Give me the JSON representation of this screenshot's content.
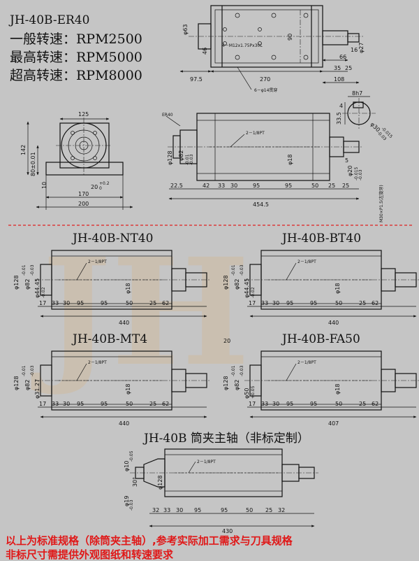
{
  "watermark": "JH",
  "header": {
    "model": "JH-40B-ER40",
    "spec_lines": [
      "一般转速：RPM2500",
      "最高转速：RPM5000",
      "超高转速：RPM8000"
    ]
  },
  "main_view": {
    "labels": {
      "phi63": "φ63",
      "d46": "46",
      "thread_note": "4－M12x1.75Px30L",
      "d90": "90",
      "d35": "35",
      "d25": "25",
      "phi27": "φ27",
      "d16": "16",
      "d66": "66",
      "d108": "108",
      "d97_5": "97.5",
      "d270": "270",
      "hole_note": "6－φ14贯穿"
    }
  },
  "end_view": {
    "d125": "125",
    "d142": "142",
    "d80": "80±0.01",
    "d10": "10",
    "d20": "20",
    "d20_tol_up": "+0.2",
    "d20_tol_dn": "0",
    "d170": "170",
    "d200": "200"
  },
  "key_detail": {
    "d8h7": "8h7",
    "d4": "4",
    "d33_5": "33.5",
    "phi30": "φ30",
    "phi30_tol_up": "-0.015",
    "phi30_tol_dn": "-0.03"
  },
  "side_view": {
    "er40": "ER40",
    "pt": "2－1/8PT",
    "phi128": "φ128",
    "phi82": "φ82",
    "phi82_tol_up": "-0.01",
    "phi82_tol_dn": "-0.03",
    "phi18": "φ18",
    "d5": "5",
    "phi20": "φ20",
    "phi20_tol_up": "-0.015",
    "phi20_tol_dn": "-0.03",
    "d22_5": "22.5",
    "d42": "42",
    "d33a": "33",
    "d30": "30",
    "d95a": "95",
    "d95b": "95",
    "d50": "50",
    "d25": "25",
    "d25b": "25",
    "d454_5": "454.5",
    "m30": "M30×P1.5(左旋牙)"
  },
  "variants": [
    {
      "title": "JH-40B-NT40",
      "phi128": "φ128",
      "phi82": "φ82",
      "tol1": "-0.01",
      "tol2": "-0.03",
      "phi_bore": "φ44.45",
      "bore_tol": "-0.02",
      "pt": "2－1/8PT",
      "phi18": "φ18",
      "dims": [
        "17",
        "33",
        "30",
        "95",
        "95",
        "50",
        "25",
        "62"
      ],
      "total": "440"
    },
    {
      "title": "JH-40B-BT40",
      "phi128": "φ128",
      "phi82": "φ82",
      "tol1": "-0.01",
      "tol2": "-0.03",
      "phi_bore": "φ44.45",
      "bore_tol": "-0.02",
      "pt": "2－1/8PT",
      "phi18": "φ18",
      "dims": [
        "17",
        "33",
        "30",
        "95",
        "95",
        "50",
        "25",
        "62"
      ],
      "total": "440"
    },
    {
      "title": "JH-40B-MT4",
      "phi128": "φ128",
      "phi82": "φ82",
      "tol1": "-0.01",
      "tol2": "-0.03",
      "phi_bore": "φ31.27",
      "bore_tol": "",
      "pt": "2－1/8PT",
      "phi18": "φ18",
      "dims": [
        "17",
        "33",
        "30",
        "95",
        "95",
        "50",
        "25",
        "62"
      ],
      "total": "440"
    },
    {
      "title": "JH-40B-FA50",
      "phi128": "φ128",
      "phi82": "φ82",
      "tol1": "-0.01",
      "tol2": "-0.03",
      "phi_bore": "φ50",
      "bore_tol": "+0.05",
      "pt": "2－1/8PT",
      "phi18": "φ18",
      "d20": "20",
      "dims": [
        "17",
        "33",
        "30",
        "95",
        "95",
        "50",
        "25",
        "62"
      ],
      "total": "407"
    }
  ],
  "collet": {
    "title": "JH-40B 筒夹主轴（非标定制）",
    "pt": "2－1/8PT",
    "phi10": "φ10",
    "phi10_tol": "-0.05",
    "d30deg": "30°",
    "phi19": "φ19",
    "phi19_tol": "-0.03",
    "phi128": "φ128",
    "dims": [
      "32",
      "33",
      "30",
      "95",
      "95",
      "50",
      "25",
      "32"
    ],
    "total": "430"
  },
  "footer": [
    "以上为标准规格（除筒夹主轴）,参考实际加工需求与刀具规格",
    "非标尺寸需提供外观图纸和转速要求"
  ]
}
